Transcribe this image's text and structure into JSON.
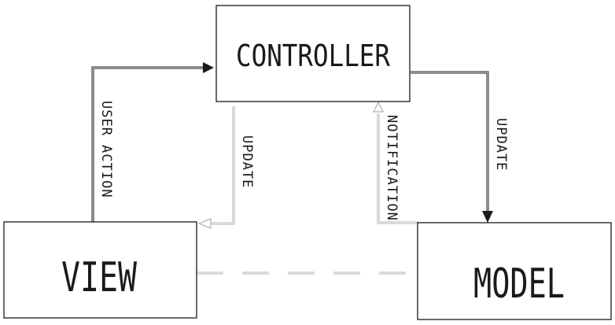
{
  "nodes": {
    "controller": {
      "label": "CONTROLLER"
    },
    "view": {
      "label": "VIEW"
    },
    "model": {
      "label": "MODEL"
    }
  },
  "edges": {
    "user_action": {
      "label": "USER ACTION"
    },
    "controller_to_view": {
      "label": "UPDATE"
    },
    "model_notification": {
      "label": "NOTIFICATION"
    },
    "controller_to_model": {
      "label": "UPDATE"
    }
  },
  "colors": {
    "stroke_dark": "#1a1a1a",
    "stroke_light": "#b5b5b5",
    "background": "#ffffff"
  }
}
